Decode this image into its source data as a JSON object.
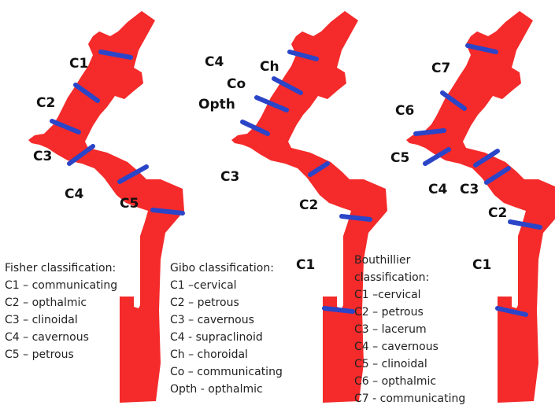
{
  "panels": [
    {
      "id": "fisher",
      "labels": [
        "C1",
        "C2",
        "C3",
        "C4",
        "C5"
      ],
      "legend_title": "Fisher  classification:",
      "legend_items": [
        "C1 – communicating",
        "C2 – opthalmic",
        "C3 – clinoidal",
        "C4 – cavernous",
        "C5 – petrous"
      ]
    },
    {
      "id": "gibo",
      "labels": [
        "C4",
        "Ch",
        "Co",
        "Opth",
        "C3",
        "C2",
        "C1"
      ],
      "legend_title": "Gibo classification:",
      "legend_items": [
        "C1 –cervical",
        "C2 – petrous",
        "C3 – cavernous",
        "C4 - supraclinoid",
        "Ch – choroidal",
        "Co – communicating",
        "Opth - opthalmic"
      ]
    },
    {
      "id": "bouthillier",
      "labels": [
        "C7",
        "C6",
        "C5",
        "C4",
        "C3",
        "C2",
        "C1"
      ],
      "legend_title": "Bouthillier classification:",
      "legend_items": [
        "C1 –cervical",
        "C2 – petrous",
        "C3 – lacerum",
        "C4 – cavernous",
        "C5 – clinoidal",
        "C6 – opthalmic",
        "C7 - communicating"
      ]
    }
  ],
  "colors": {
    "vessel": "#f52a2a",
    "divider": "#2b45c8",
    "text": "#111111"
  }
}
